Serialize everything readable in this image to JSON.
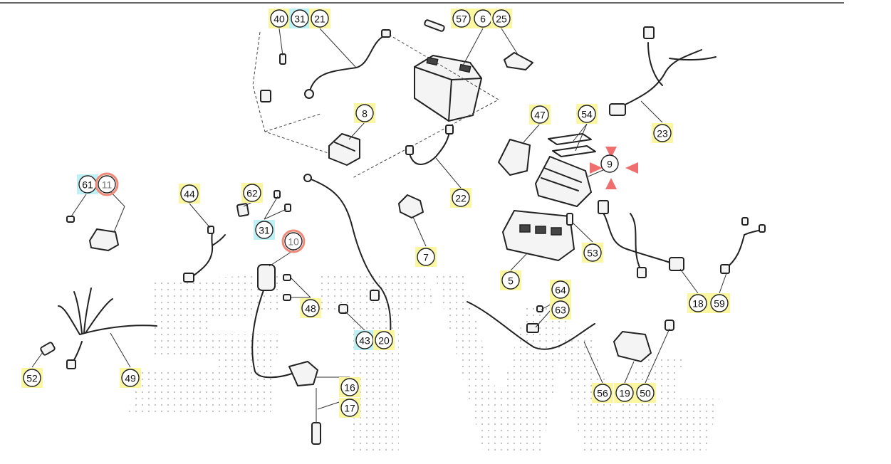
{
  "callouts": [
    {
      "n": "40",
      "hl": "yellow"
    },
    {
      "n": "31",
      "hl": "cyan"
    },
    {
      "n": "21",
      "hl": "yellow"
    },
    {
      "n": "57",
      "hl": "yellow"
    },
    {
      "n": "6",
      "hl": "yellow"
    },
    {
      "n": "25",
      "hl": "yellow"
    },
    {
      "n": "8",
      "hl": "yellow"
    },
    {
      "n": "47",
      "hl": "yellow"
    },
    {
      "n": "54",
      "hl": "yellow"
    },
    {
      "n": "9",
      "hl": "selected"
    },
    {
      "n": "23",
      "hl": "yellow"
    },
    {
      "n": "61",
      "hl": "cyan"
    },
    {
      "n": "11",
      "hl": "orange"
    },
    {
      "n": "44",
      "hl": "yellow"
    },
    {
      "n": "62",
      "hl": "yellow"
    },
    {
      "n": "31",
      "hl": "cyan"
    },
    {
      "n": "22",
      "hl": "yellow"
    },
    {
      "n": "10",
      "hl": "orange"
    },
    {
      "n": "7",
      "hl": "yellow"
    },
    {
      "n": "53",
      "hl": "yellow"
    },
    {
      "n": "5",
      "hl": "yellow"
    },
    {
      "n": "48",
      "hl": "yellow"
    },
    {
      "n": "64",
      "hl": "yellow"
    },
    {
      "n": "63",
      "hl": "yellow"
    },
    {
      "n": "18",
      "hl": "yellow"
    },
    {
      "n": "59",
      "hl": "yellow"
    },
    {
      "n": "43",
      "hl": "cyan"
    },
    {
      "n": "20",
      "hl": "yellow"
    },
    {
      "n": "52",
      "hl": "yellow"
    },
    {
      "n": "49",
      "hl": "yellow"
    },
    {
      "n": "16",
      "hl": "yellow"
    },
    {
      "n": "17",
      "hl": "yellow"
    },
    {
      "n": "56",
      "hl": "yellow"
    },
    {
      "n": "19",
      "hl": "yellow"
    },
    {
      "n": "50",
      "hl": "yellow"
    }
  ],
  "colors": {
    "highlight_yellow": "#fbf7a0",
    "highlight_cyan": "#bff0f5",
    "highlight_orange": "#ef8a78",
    "selector_arrows": "#ef6e6e"
  }
}
